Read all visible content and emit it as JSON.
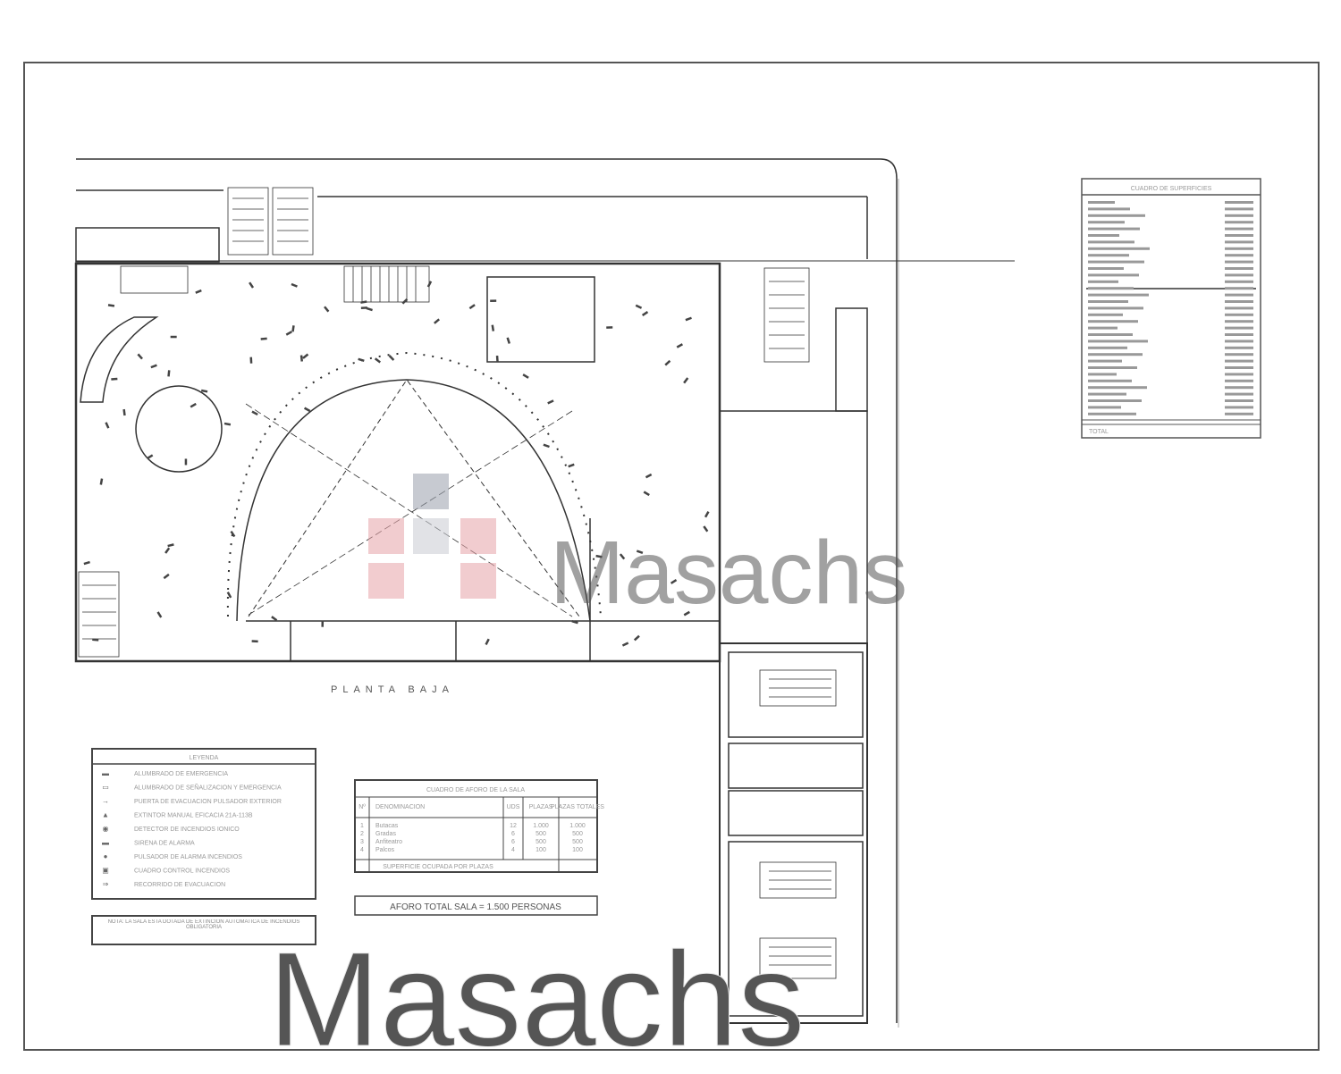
{
  "plan": {
    "title": "PLANTA BAJA",
    "aforo": "AFORO TOTAL SALA = 1.500 PERSONAS",
    "watermark": "Masachs",
    "colors": {
      "line": "#333333",
      "watermark_gray": "#9aa0ad",
      "watermark_pink": "#e7a3a8"
    }
  },
  "legend": {
    "title": "LEYENDA",
    "items": [
      {
        "symbol": "▬",
        "label": "ALUMBRADO DE EMERGENCIA"
      },
      {
        "symbol": "▭",
        "label": "ALUMBRADO DE SEÑALIZACION Y EMERGENCIA"
      },
      {
        "symbol": "→",
        "label": "PUERTA DE EVACUACION PULSADOR EXTERIOR"
      },
      {
        "symbol": "▲",
        "label": "EXTINTOR MANUAL EFICACIA 21A-113B"
      },
      {
        "symbol": "◉",
        "label": "DETECTOR DE INCENDIOS IONICO"
      },
      {
        "symbol": "▬",
        "label": "SIRENA DE ALARMA"
      },
      {
        "symbol": "●",
        "label": "PULSADOR DE ALARMA INCENDIOS"
      },
      {
        "symbol": "▣",
        "label": "CUADRO CONTROL INCENDIOS"
      },
      {
        "symbol": "⇒",
        "label": "RECORRIDO DE EVACUACION"
      }
    ],
    "note": "NOTA: LA SALA ESTA DOTADA DE EXTINCION AUTOMATICA DE INCENDIOS OBLIGATORIA"
  },
  "capacity_table": {
    "title": "CUADRO DE AFORO DE LA SALA",
    "headers": [
      "Nº",
      "DENOMINACION",
      "UDS",
      "PLAZAS",
      "PLAZAS TOTALES"
    ],
    "rows": [
      {
        "n": "1",
        "name": "Butacas",
        "uds": "12",
        "plazas": "1.000",
        "total": "1.000"
      },
      {
        "n": "2",
        "name": "Gradas",
        "uds": "6",
        "plazas": "500",
        "total": "500"
      },
      {
        "n": "3",
        "name": "Anfiteatro",
        "uds": "6",
        "plazas": "500",
        "total": "500"
      },
      {
        "n": "4",
        "name": "Palcos",
        "uds": "4",
        "plazas": "100",
        "total": "100"
      }
    ],
    "footer": "SUPERFICIE OCUPADA POR PLAZAS"
  },
  "surfaces_table": {
    "title": "CUADRO DE SUPERFICIES",
    "rows_count": 33,
    "total_label": "TOTAL"
  }
}
